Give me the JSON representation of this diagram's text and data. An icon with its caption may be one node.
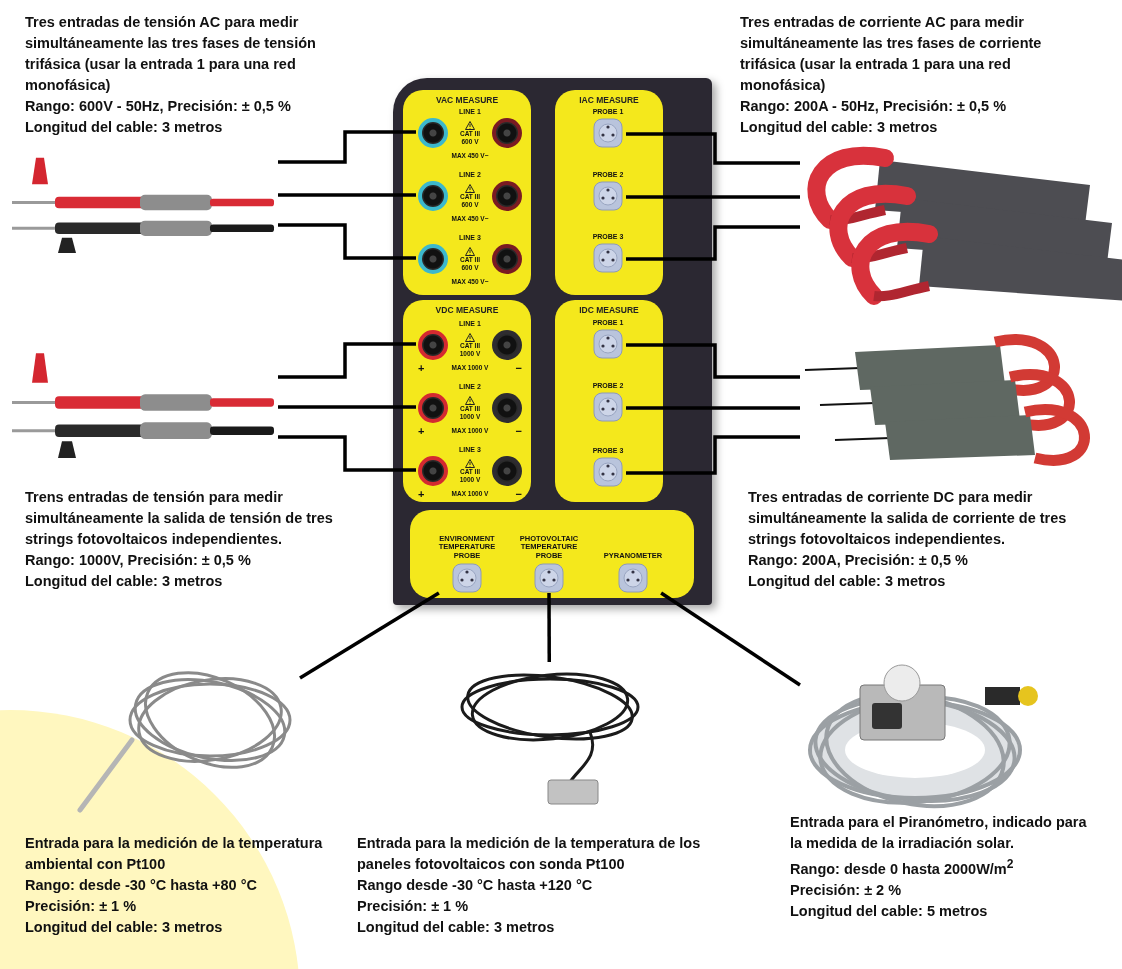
{
  "diagram": {
    "nodes": [
      {
        "text": [],
        "shape": "box"
      },
      {
        "text": [
          "VAC MEASURE"
        ],
        "in": 0
      },
      {
        "text": [
          "LINE 1",
          "CAT III",
          "600 V",
          "MAX 450 V~"
        ],
        "in": 1
      },
      {
        "text": [
          "LINE 2",
          "CAT III",
          "600 V",
          "MAX 450 V~"
        ],
        "in": 1
      },
      {
        "text": [
          "LINE 3",
          "CAT III",
          "600 V",
          "MAX 450 V~"
        ],
        "in": 1
      },
      {
        "text": [
          "IAC MEASURE"
        ],
        "in": 0
      },
      {
        "text": [
          "PROBE 1"
        ],
        "in": 5
      },
      {
        "text": [
          "PROBE 2"
        ],
        "in": 5
      },
      {
        "text": [
          "PROBE 3"
        ],
        "in": 5
      },
      {
        "text": [
          "VDC MEASURE"
        ],
        "in": 0
      },
      {
        "text": [
          "LINE 1",
          "CAT III",
          "1000 V",
          "+",
          "MAX 1000 V",
          "−"
        ],
        "in": 9
      },
      {
        "text": [
          "LINE 2",
          "CAT III",
          "1000 V",
          "+",
          "MAX 1000 V",
          "−"
        ],
        "in": 9
      },
      {
        "text": [
          "LINE 3",
          "CAT III",
          "1000 V",
          "+",
          "MAX 1000 V",
          "−"
        ],
        "in": 9
      },
      {
        "text": [
          "IDC MEASURE"
        ],
        "in": 0
      },
      {
        "text": [
          "PROBE 1"
        ],
        "in": 13
      },
      {
        "text": [
          "PROBE 2"
        ],
        "in": 13
      },
      {
        "text": [
          "PROBE 3"
        ],
        "in": 13
      },
      {
        "text": [],
        "shape": "box",
        "in": 0
      },
      {
        "text": [
          "ENVIRONMENT TEMPERATURE PROBE"
        ],
        "in": 17
      },
      {
        "text": [
          "PHOTOVOLTAIC TEMPERATURE PROBE"
        ],
        "in": 17
      },
      {
        "text": [
          "PYRANOMETER"
        ],
        "in": 17
      },
      {
        "text": [],
        "shape": "picture",
        "beside": [
          "Tres entradas de tensión AC para medir simultáneamente las tres fases de tensión trifásica (usar la entrada 1 para una red monofásica)",
          "Rango: 600V - 50Hz, Precisión: ± 0,5 %",
          "Longitud del cable: 3 metros"
        ]
      },
      {
        "text": [],
        "shape": "picture",
        "beside": [
          "Tres entradas de corriente AC para medir simultáneamente las tres fases de corriente trifásica (usar la entrada 1 para una red monofásica)",
          "Rango: 200A - 50Hz, Precisión: ± 0,5 %",
          "Longitud del cable: 3 metros"
        ]
      },
      {
        "text": [],
        "shape": "picture",
        "beside": [
          "Trens entradas de tensión para medir simultáneamente la salida de tensión de tres strings fotovoltaicos independientes.",
          "Rango: 1000V, Precisión: ± 0,5 %",
          "Longitud del cable: 3 metros"
        ]
      },
      {
        "text": [],
        "shape": "picture",
        "beside": [
          "Tres entradas de corriente DC para medir simultáneamente la salida de corriente de tres strings fotovoltaicos independientes.",
          "Rango: 200A, Precisión: ± 0,5 %",
          "Longitud del cable: 3 metros"
        ]
      },
      {
        "text": [],
        "shape": "picture",
        "beside": [
          "Entrada para la medición de la temperatura ambiental con Pt100",
          "Rango: desde -30 °C hasta +80 °C",
          "Precisión: ± 1 %",
          "Longitud del cable: 3 metros"
        ]
      },
      {
        "text": [],
        "shape": "picture",
        "beside": [
          "Entrada para la medición de la temperatura de los paneles fotovoltaicos con sonda Pt100",
          "Rango desde -30 °C hasta +120 °C",
          "Precisión: ± 1 %",
          "Longitud del cable: 3 metros"
        ]
      },
      {
        "text": [],
        "shape": "picture",
        "beside": [
          "Entrada para el Piranómetro, indicado para la medida de la irradiación solar.",
          "Rango: desde 0 hasta 2000W/m$^{2}$",
          "Precisión: ± 2 %",
          "Longitud del cable: 5 metros"
        ]
      }
    ],
    "edges": [
      {
        "from": 21,
        "to": 2,
        "arrow": "none"
      },
      {
        "from": 21,
        "to": 3,
        "arrow": "none"
      },
      {
        "from": 21,
        "to": 4,
        "arrow": "none"
      },
      {
        "from": 22,
        "to": 6,
        "arrow": "none"
      },
      {
        "from": 22,
        "to": 7,
        "arrow": "none"
      },
      {
        "from": 22,
        "to": 8,
        "arrow": "none"
      },
      {
        "from": 23,
        "to": 10,
        "arrow": "none"
      },
      {
        "from": 23,
        "to": 11,
        "arrow": "none"
      },
      {
        "from": 23,
        "to": 12,
        "arrow": "none"
      },
      {
        "from": 24,
        "to": 14,
        "arrow": "none"
      },
      {
        "from": 24,
        "to": 15,
        "arrow": "none"
      },
      {
        "from": 24,
        "to": 16,
        "arrow": "none"
      },
      {
        "from": 25,
        "to": 18,
        "arrow": "none"
      },
      {
        "from": 26,
        "to": 19,
        "arrow": "none"
      },
      {
        "from": 27,
        "to": 20,
        "arrow": "none"
      }
    ]
  }
}
